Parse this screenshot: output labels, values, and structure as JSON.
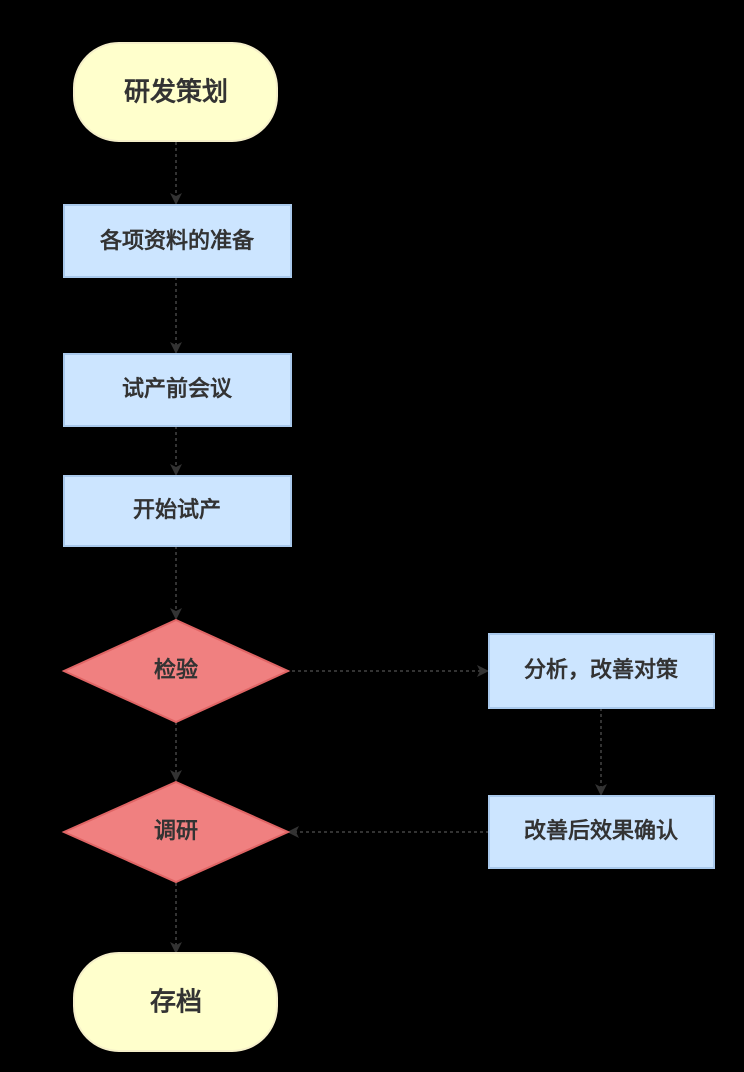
{
  "diagram": {
    "nodes": {
      "start": "研发策划",
      "prep": "各项资料的准备",
      "meeting": "试产前会议",
      "trial": "开始试产",
      "inspect": "检验",
      "analyze": "分析，改善对策",
      "confirm": "改善后效果确认",
      "adjust": "调研",
      "archive": "存档"
    },
    "colors": {
      "terminal_fill": "#FFFFCC",
      "terminal_stroke": "#F5EFC9",
      "process_fill": "#CCE5FF",
      "process_stroke": "#A9C9EC",
      "decision_fill": "#F08080",
      "decision_stroke": "#E06565",
      "edge": "#333333",
      "text": "#333333"
    }
  }
}
